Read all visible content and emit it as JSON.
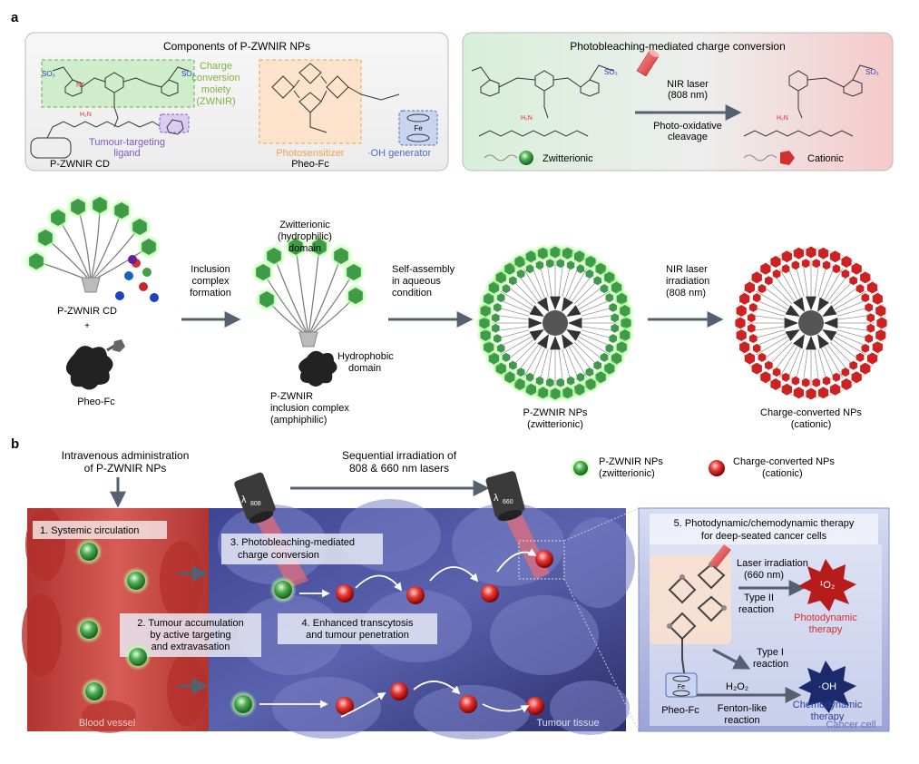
{
  "panel_a": {
    "letter": "a",
    "components_box": {
      "title": "Components of P-ZWNIR NPs",
      "charge_moiety": [
        "Charge",
        "conversion",
        "moiety",
        "(ZWNIR)"
      ],
      "tumour_ligand": [
        "Tumour-targeting",
        "ligand"
      ],
      "photosensitizer": "Photosensitizer",
      "oh_generator": "·OH generator",
      "label_cd": "P-ZWNIR CD",
      "label_pheo": "Pheo-Fc",
      "atom_fe": "Fe"
    },
    "photobleach_box": {
      "title": "Photobleaching-mediated charge conversion",
      "laser": [
        "NIR laser",
        "(808 nm)"
      ],
      "cleavage": [
        "Photo-oxidative",
        "cleavage"
      ],
      "zwitterionic": "Zwitterionic",
      "cationic": "Cationic"
    },
    "assembly": {
      "cd_label": "P-ZWNIR CD",
      "plus": "+",
      "pheo_label": "Pheo-Fc",
      "step1": [
        "Inclusion",
        "complex",
        "formation"
      ],
      "zw_domain": [
        "Zwitterionic",
        "(hydrophilic)",
        "domain"
      ],
      "hydrophobic": [
        "Hydrophobic",
        "domain"
      ],
      "inclusion_label": [
        "P-ZWNIR",
        "inclusion complex",
        "(amphiphilic)"
      ],
      "step2": [
        "Self-assembly",
        "in aqueous",
        "condition"
      ],
      "np_label": [
        "P-ZWNIR NPs",
        "(zwitterionic)"
      ],
      "step3": [
        "NIR laser",
        "irradiation",
        "(808 nm)"
      ],
      "cc_label": [
        "Charge-converted NPs",
        "(cationic)"
      ]
    }
  },
  "panel_b": {
    "letter": "b",
    "iv": [
      "Intravenous administration",
      "of P-ZWNIR NPs"
    ],
    "sequential": [
      "Sequential irradiation of",
      "808 & 660 nm lasers"
    ],
    "laser1": "808",
    "laser2": "660",
    "lambda": "λ",
    "legend": {
      "zw": [
        "P-ZWNIR NPs",
        "(zwitterionic)"
      ],
      "cc": [
        "Charge-converted NPs",
        "(cationic)"
      ]
    },
    "step1": "1. Systemic circulation",
    "step2": [
      "2. Tumour accumulation",
      "by active targeting",
      "and extravasation"
    ],
    "step3": [
      "3. Photobleaching-mediated",
      "charge conversion"
    ],
    "step4": [
      "4. Enhanced transcytosis",
      "and tumour penetration"
    ],
    "step5": [
      "5. Photodynamic/chemodynamic therapy",
      "for deep-seated cancer cells"
    ],
    "blood_vessel": "Blood vessel",
    "tumour_tissue": "Tumour tissue",
    "cancer_cell": "Cancer cell",
    "laser_irr": [
      "Laser irradiation",
      "(660 nm)"
    ],
    "type2": [
      "Type II",
      "reaction"
    ],
    "type1": [
      "Type I",
      "reaction"
    ],
    "o2": "¹O₂",
    "oh": "·OH",
    "h2o2": "H₂O₂",
    "fenton": [
      "Fenton-like",
      "reaction"
    ],
    "pdt": [
      "Photodynamic",
      "therapy"
    ],
    "cdt": [
      "Chemodynamic",
      "therapy"
    ],
    "pheo": "Pheo-Fc",
    "fe": "Fe"
  },
  "colors": {
    "green_np": "#3f9a4a",
    "red_np": "#cc2222",
    "charge_green": "#7cb342",
    "ligand_purple": "#7e57c2",
    "photosens_orange": "#f0a050",
    "oh_blue": "#4a6fc0",
    "arrow": "#556070",
    "vessel": "#c9443f",
    "tissue": "#4a4f9a",
    "pdt_red": "#d32f2f",
    "cdt_blue": "#2840a0"
  }
}
